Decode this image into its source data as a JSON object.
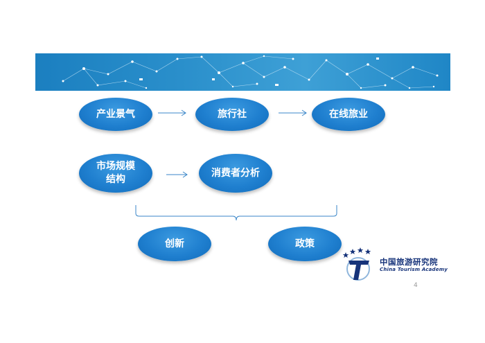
{
  "nodes": {
    "industry": "产业景气",
    "travel_agency": "旅行社",
    "online_travel": "在线旅业",
    "market_structure": "市场规模结构",
    "consumer_analysis": "消费者分析",
    "innovation": "创新",
    "policy": "政策"
  },
  "logo": {
    "name_cn": "中国旅游研究院",
    "name_en": "China Tourism Academy"
  },
  "page_number": "4",
  "colors": {
    "node_fill": "#1f7fcf",
    "banner": "#2a8fcb",
    "arrow": "#3a86c8",
    "logo_navy": "#16337a"
  }
}
